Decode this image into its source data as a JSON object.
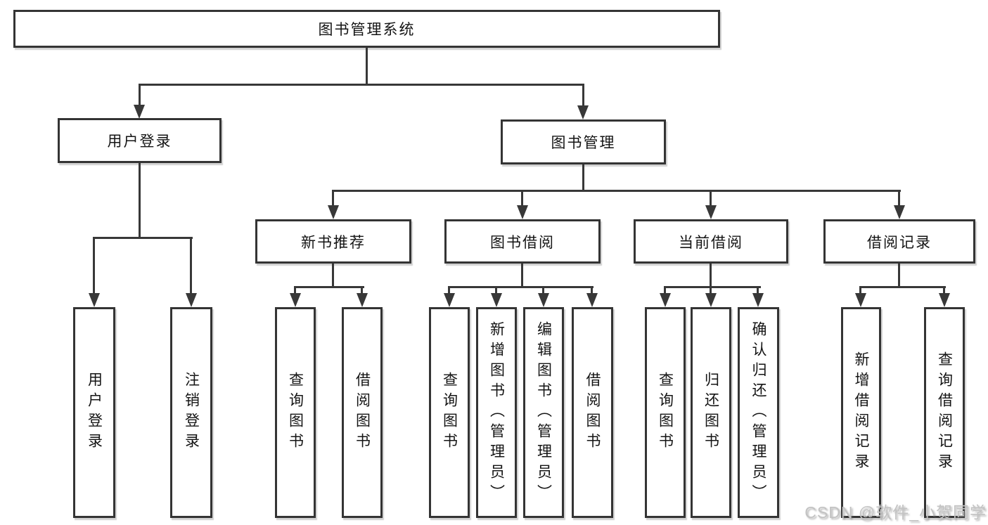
{
  "diagram": {
    "root": {
      "label": "图书管理系统"
    },
    "branches": [
      {
        "label": "用户登录",
        "children": [
          {
            "label": "用户登录"
          },
          {
            "label": "注销登录"
          }
        ]
      },
      {
        "label": "图书管理",
        "children": [
          {
            "label": "新书推荐",
            "children": [
              {
                "label": "查询图书"
              },
              {
                "label": "借阅图书"
              }
            ]
          },
          {
            "label": "图书借阅",
            "children": [
              {
                "label": "查询图书"
              },
              {
                "label": "新增图书（管理员）"
              },
              {
                "label": "编辑图书（管理员）"
              },
              {
                "label": "借阅图书"
              }
            ]
          },
          {
            "label": "当前借阅",
            "children": [
              {
                "label": "查询图书"
              },
              {
                "label": "归还图书"
              },
              {
                "label": "确认归还（管理员）"
              }
            ]
          },
          {
            "label": "借阅记录",
            "children": [
              {
                "label": "新增借阅记录"
              },
              {
                "label": "查询借阅记录"
              }
            ]
          }
        ]
      }
    ]
  },
  "watermark": {
    "text": "CSDN @软件_小贺同学"
  },
  "colors": {
    "line": "#383838",
    "box_border": "#343434",
    "text": "#141414",
    "watermark": "#c3c3c3",
    "background": "#ffffff"
  }
}
